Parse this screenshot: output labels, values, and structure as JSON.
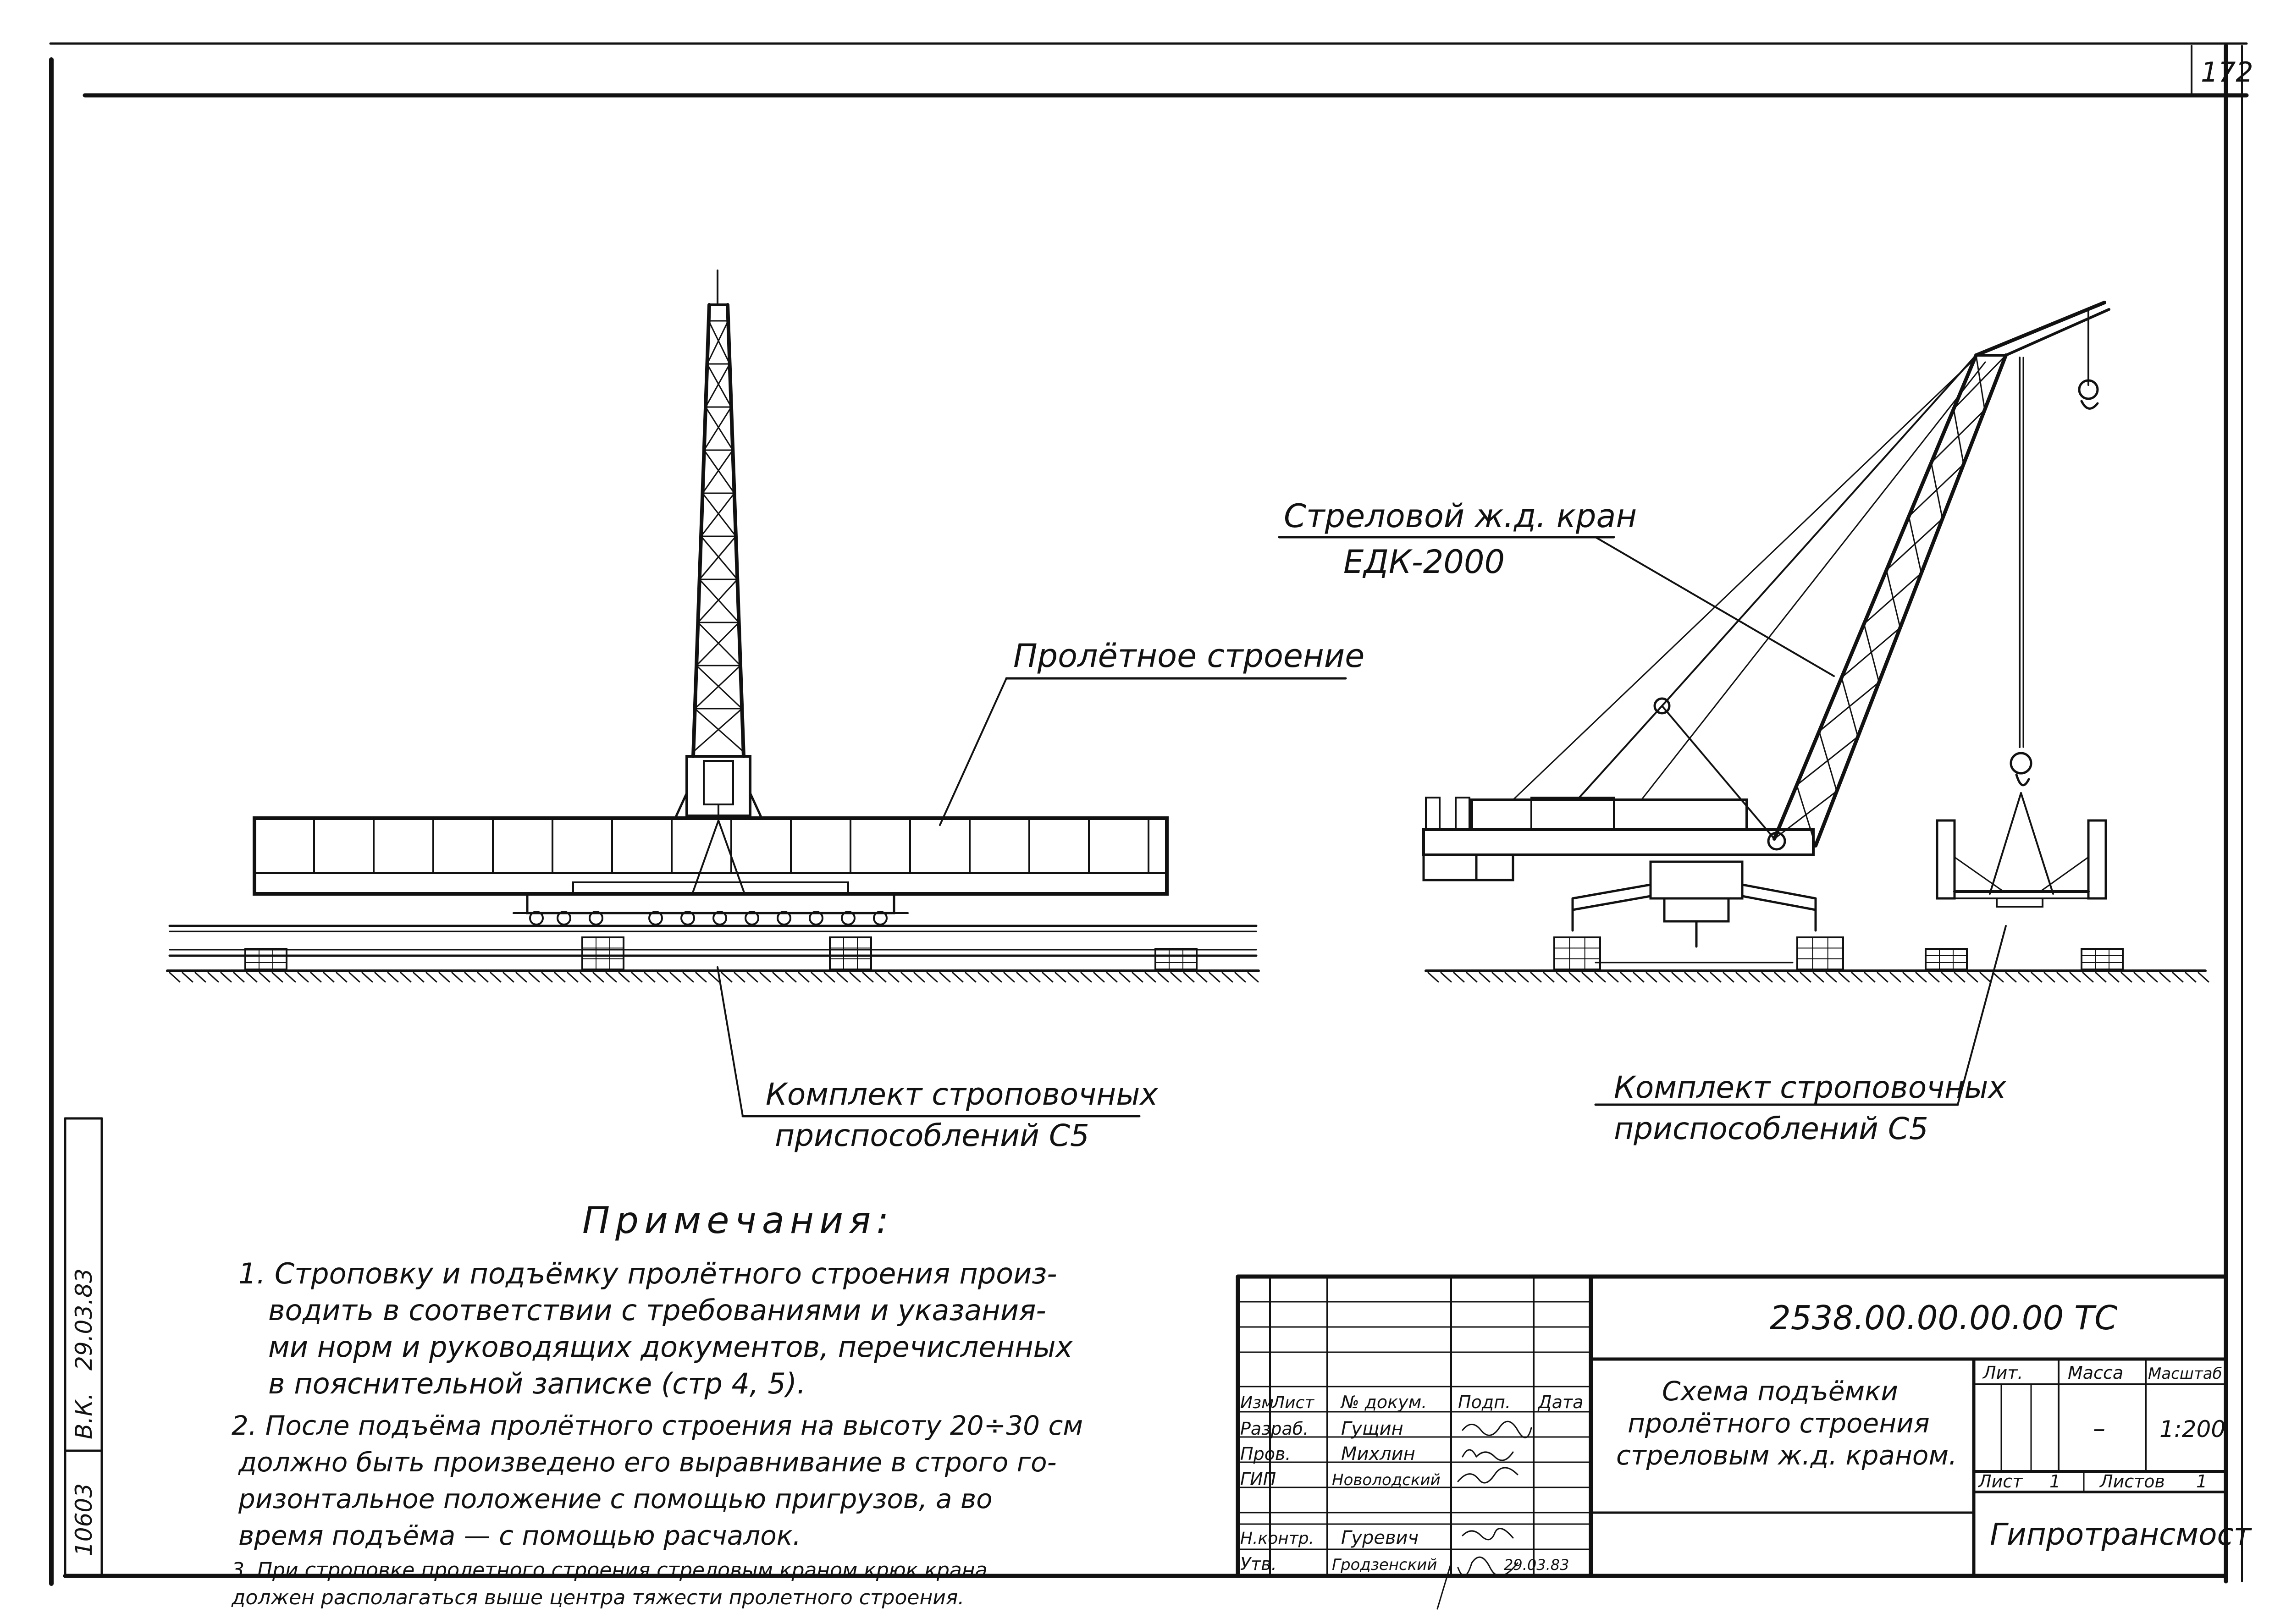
{
  "sheet_number": "172",
  "labels": {
    "crane_line1": "Стреловой ж.д. кран",
    "crane_line2": "ЕДК-2000",
    "span": "Пролётное строение",
    "kit_left_1": "Комплект строповочных",
    "kit_left_2": "приспособлений С5",
    "kit_right_1": "Комплект строповочных",
    "kit_right_2": "приспособлений С5"
  },
  "notes": {
    "title": "Примечания:",
    "lines": [
      "1. Строповку и подъёмку пролётного строения произ-",
      "водить в соответствии с требованиями и указания-",
      "ми норм и руководящих документов, перечисленных",
      "в пояснительной записке (стр 4, 5).",
      "2. После подъёма пролётного строения на высоту 20÷30 см",
      "должно быть произведено его выравнивание в строго го-",
      "ризонтальное положение с помощью пригрузов, а во",
      "время подъёма — с помощью расчалок.",
      "3. При строповке пролетного строения стреловым краном крюк крана",
      "должен располагаться выше центра тяжести пролетного строения."
    ]
  },
  "side_stamp": {
    "inv": "10603",
    "sign": "В.К.",
    "date": "29.03.83"
  },
  "title_block": {
    "doc_code": "2538.00.00.00.00 ТС",
    "description": [
      "Схема подъёмки",
      "пролётного строения",
      "стреловым ж.д. краном."
    ],
    "columns": [
      "Изм",
      "Лист",
      "№ докум.",
      "Подп.",
      "Дата"
    ],
    "staff": [
      {
        "role": "Разраб.",
        "name": "Гущин"
      },
      {
        "role": "Пров.",
        "name": "Михлин"
      },
      {
        "role": "ГИП",
        "name": "Новолодский"
      },
      {
        "role": "",
        "name": ""
      },
      {
        "role": "Н.контр.",
        "name": "Гуревич"
      },
      {
        "role": "Утв.",
        "name": "Гродзенский"
      }
    ],
    "sign_date": "29.03.83",
    "lit_label": "Лит.",
    "mass_label": "Масса",
    "scale_label": "Масштаб",
    "mass_value": "–",
    "scale_value": "1:200",
    "sheet_label": "Лист",
    "sheet_value": "1",
    "sheets_label": "Листов",
    "sheets_value": "1",
    "organization": "Гипротрансмост"
  }
}
